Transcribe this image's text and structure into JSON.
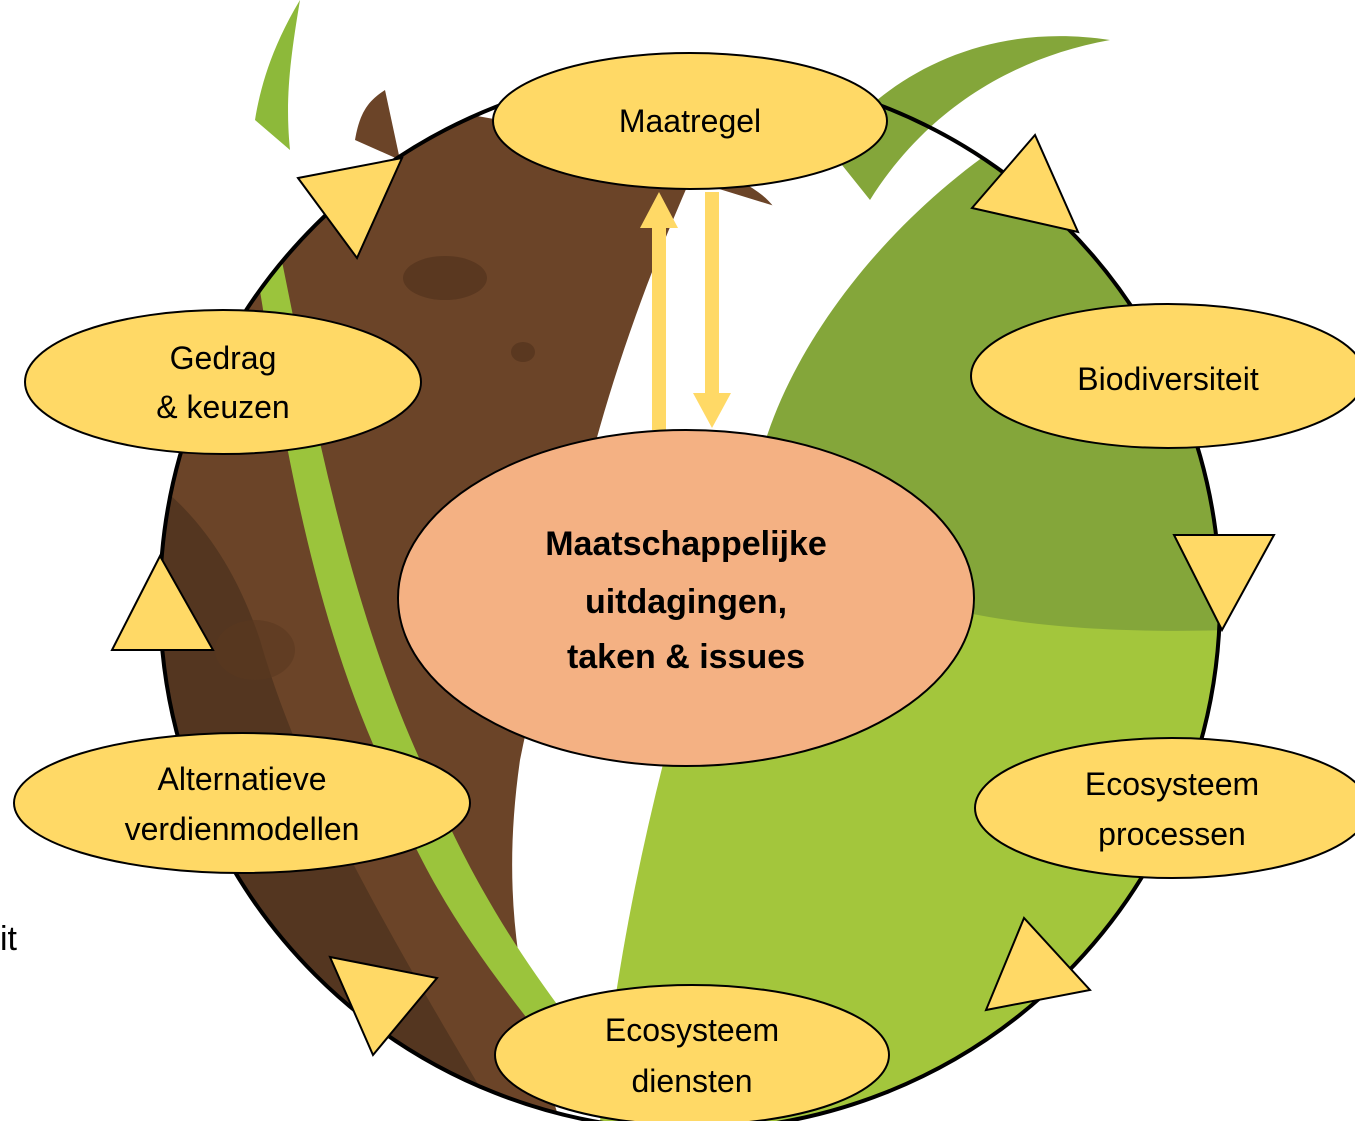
{
  "diagram": {
    "colors": {
      "node_fill": "#FFD966",
      "center_fill": "#F4B183",
      "arrow_fill": "#FFD966",
      "connector_arrow": "#FFD966",
      "soil_brown": "#6B4428",
      "soil_dark": "#3E2A1A",
      "grass_green": "#9BC43C",
      "grass_dark": "#7FA33A",
      "outline": "#000000"
    },
    "center": {
      "line1": "Maatschappelijke",
      "line2": "uitdagingen,",
      "line3": "taken & issues"
    },
    "nodes": {
      "maatregel": {
        "line1": "Maatregel"
      },
      "biodiversiteit": {
        "line1": "Biodiversiteit"
      },
      "ecosysteem_processen": {
        "line1": "Ecosysteem",
        "line2": "processen"
      },
      "ecosysteem_diensten": {
        "line1": "Ecosysteem",
        "line2": "diensten"
      },
      "alternatieve_verdienmodellen": {
        "line1": "Alternatieve",
        "line2": "verdienmodellen"
      },
      "gedrag_keuzen": {
        "line1": "Gedrag",
        "line2": "& keuzen"
      }
    },
    "left_fragment": "it",
    "cycle_arrows": [
      "arrow-maatregel-to-biodiversiteit",
      "arrow-biodiversiteit-to-processen",
      "arrow-processen-to-diensten",
      "arrow-diensten-to-verdienmodellen",
      "arrow-verdienmodellen-to-gedrag",
      "arrow-gedrag-to-maatregel"
    ]
  }
}
